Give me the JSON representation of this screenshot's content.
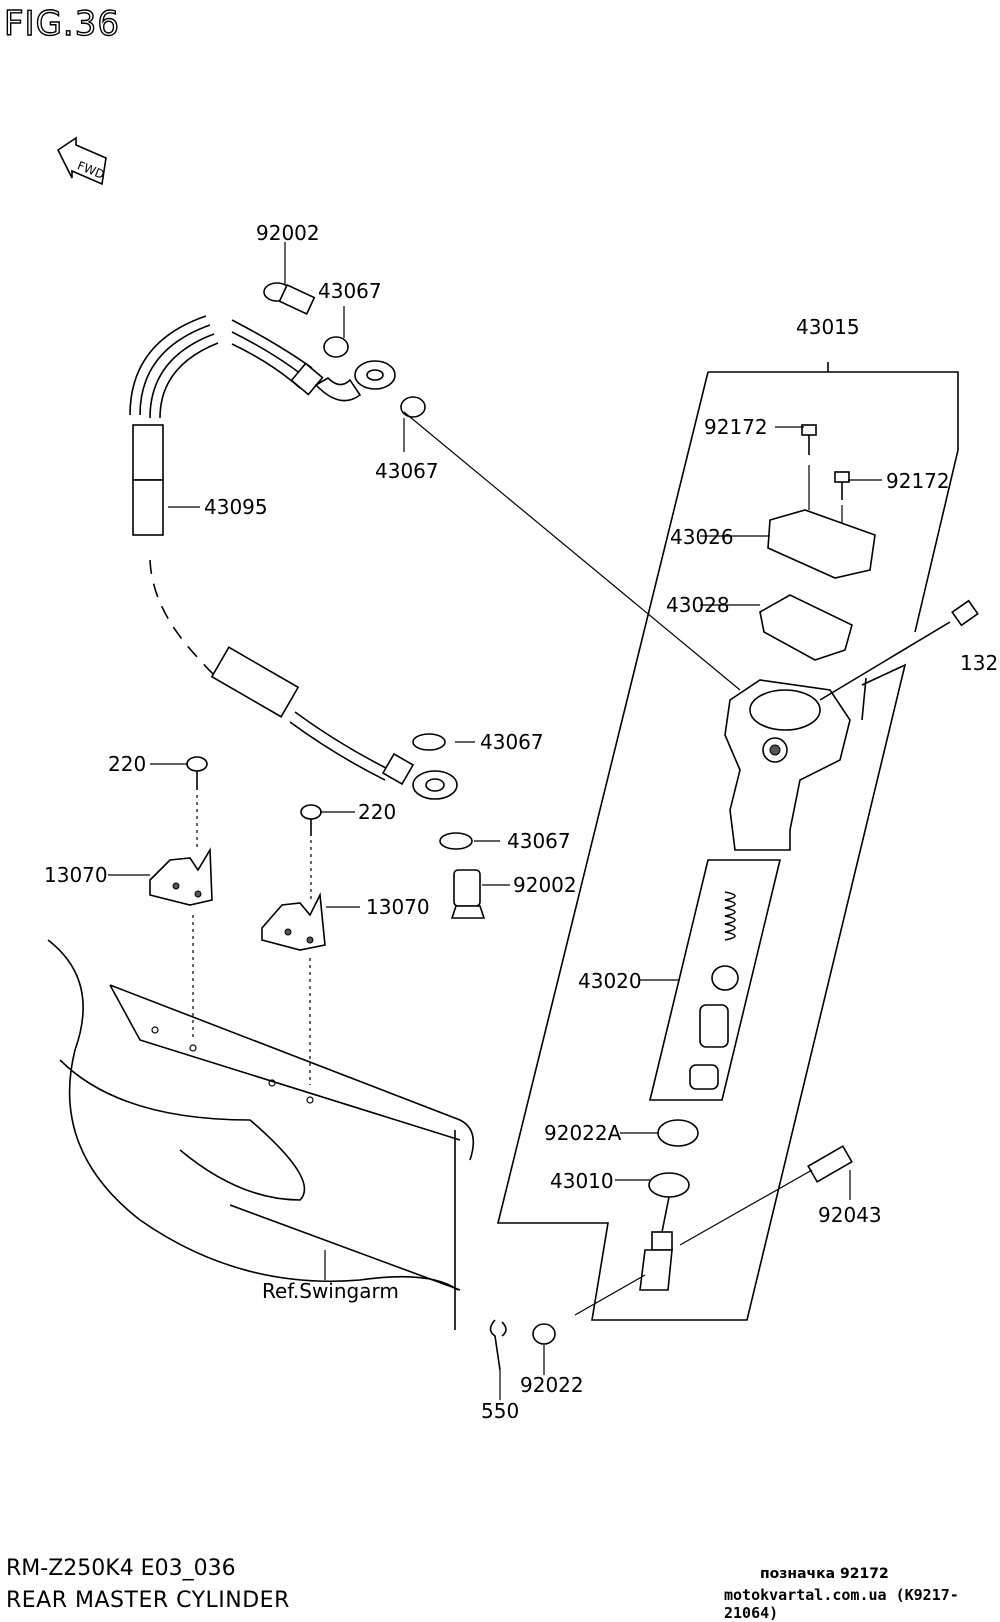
{
  "figure_title": "FIG.36",
  "direction_label": "FWD",
  "ref_label": "Ref.Swingarm",
  "parts": {
    "p92002_top": "92002",
    "p43067_top": "43067",
    "p43067_mid": "43067",
    "p43095": "43095",
    "p43015": "43015",
    "p92172_a": "92172",
    "p92172_b": "92172",
    "p43026": "43026",
    "p43028": "43028",
    "p132": "132",
    "p43067_low1": "43067",
    "p43067_low2": "43067",
    "p92002_low": "92002",
    "p220_a": "220",
    "p220_b": "220",
    "p13070_a": "13070",
    "p13070_b": "13070",
    "p43020": "43020",
    "p92022A": "92022A",
    "p43010": "43010",
    "p92043": "92043",
    "p92022": "92022",
    "p550": "550"
  },
  "footer": {
    "model": "RM-Z250K4 E03_036",
    "section": "REAR MASTER CYLINDER",
    "marker": "позначка 92172",
    "source": "motokvartal.com.ua (K9217-21064)"
  }
}
